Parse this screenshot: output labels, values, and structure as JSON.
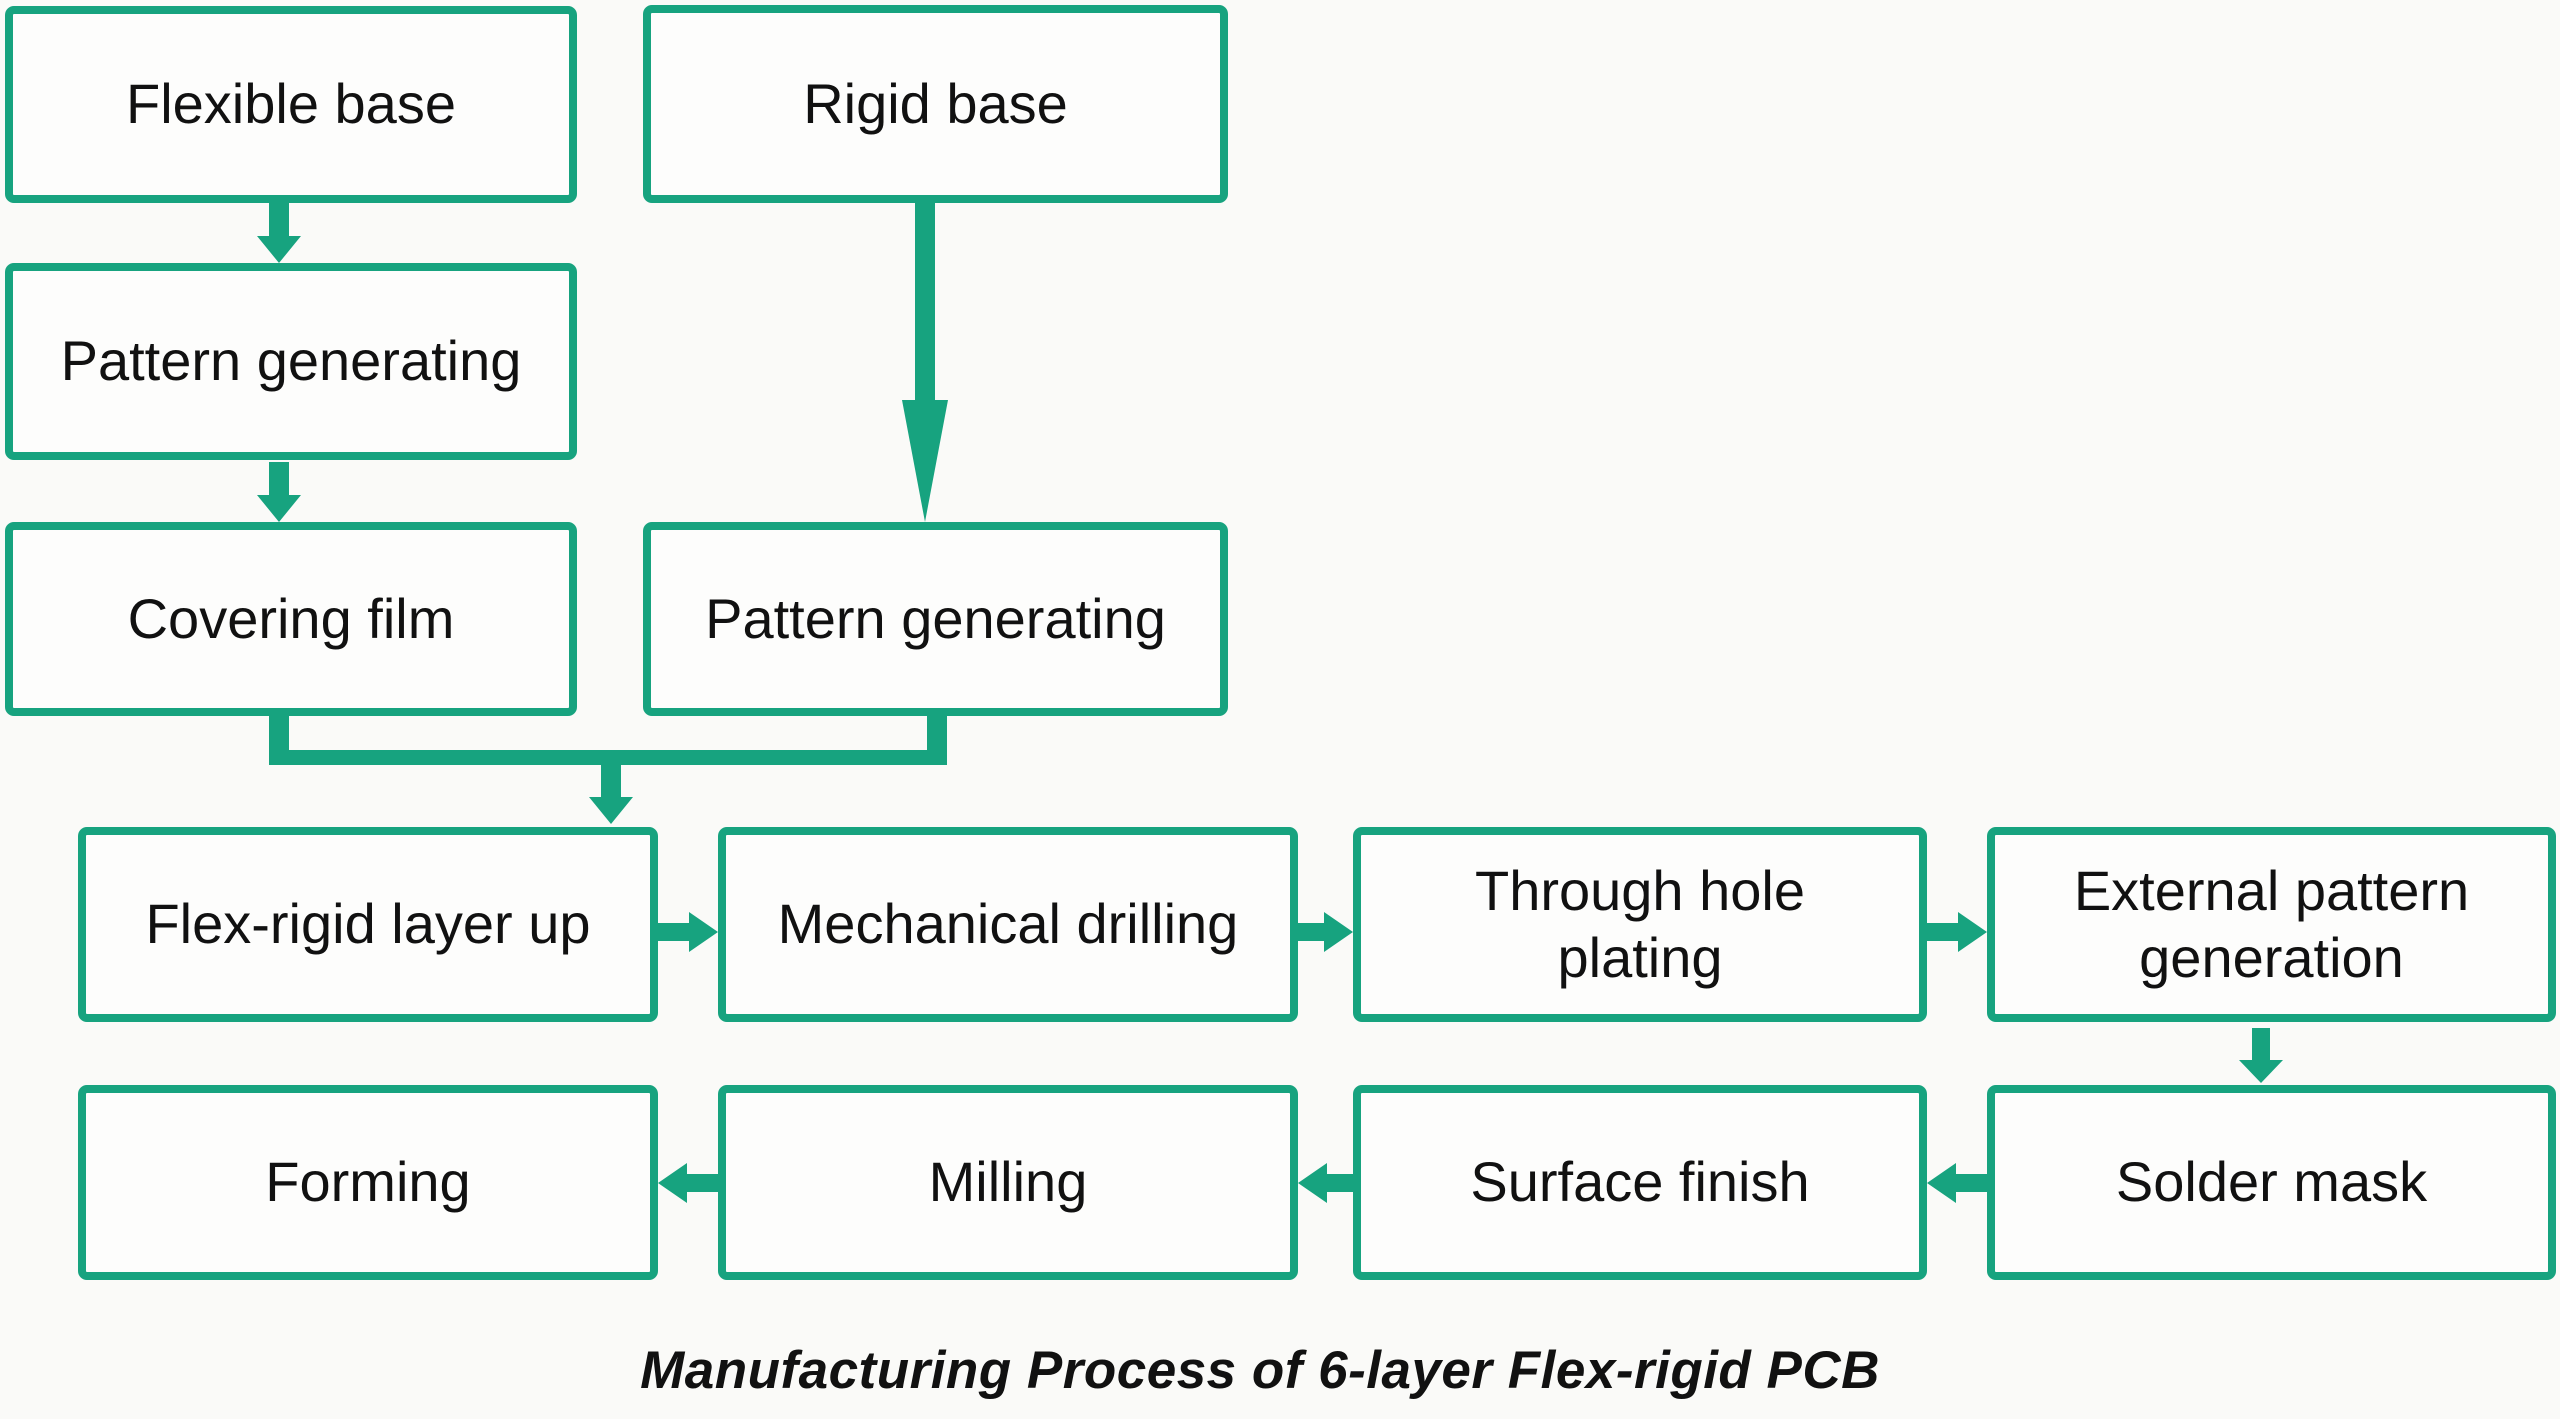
{
  "title": "Manufacturing Process of 6-layer Flex-rigid PCB",
  "colors": {
    "accent": "#17a37f",
    "box_fill": "#fdfdfc",
    "background": "#fafaf8",
    "text": "#111111"
  },
  "nodes": {
    "flexible_base": {
      "label": "Flexible base"
    },
    "rigid_base": {
      "label": "Rigid base"
    },
    "pattern_generating_flex": {
      "label": "Pattern generating"
    },
    "covering_film": {
      "label": "Covering film"
    },
    "pattern_generating_rigid": {
      "label": "Pattern generating"
    },
    "flex_rigid_layer_up": {
      "label": "Flex-rigid layer up"
    },
    "mechanical_drilling": {
      "label": "Mechanical drilling"
    },
    "through_hole_plating": {
      "label": "Through hole plating"
    },
    "external_pattern_generation": {
      "label": "External pattern generation"
    },
    "solder_mask": {
      "label": "Solder mask"
    },
    "surface_finish": {
      "label": "Surface finish"
    },
    "milling": {
      "label": "Milling"
    },
    "forming": {
      "label": "Forming"
    }
  },
  "edges": [
    {
      "from": "flexible_base",
      "to": "pattern_generating_flex",
      "direction": "down"
    },
    {
      "from": "pattern_generating_flex",
      "to": "covering_film",
      "direction": "down"
    },
    {
      "from": "rigid_base",
      "to": "pattern_generating_rigid",
      "direction": "down"
    },
    {
      "from": "covering_film",
      "to": "flex_rigid_layer_up",
      "direction": "merge-down"
    },
    {
      "from": "pattern_generating_rigid",
      "to": "flex_rigid_layer_up",
      "direction": "merge-down"
    },
    {
      "from": "flex_rigid_layer_up",
      "to": "mechanical_drilling",
      "direction": "right"
    },
    {
      "from": "mechanical_drilling",
      "to": "through_hole_plating",
      "direction": "right"
    },
    {
      "from": "through_hole_plating",
      "to": "external_pattern_generation",
      "direction": "right"
    },
    {
      "from": "external_pattern_generation",
      "to": "solder_mask",
      "direction": "down"
    },
    {
      "from": "solder_mask",
      "to": "surface_finish",
      "direction": "left"
    },
    {
      "from": "surface_finish",
      "to": "milling",
      "direction": "left"
    },
    {
      "from": "milling",
      "to": "forming",
      "direction": "left"
    }
  ],
  "caption": {
    "text": "Manufacturing Process of 6-layer Flex-rigid PCB"
  }
}
